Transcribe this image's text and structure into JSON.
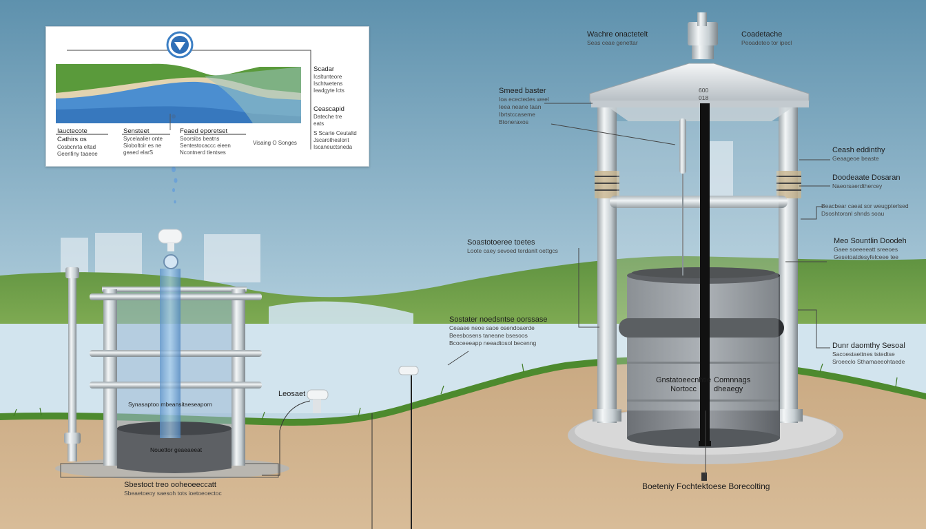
{
  "inset": {
    "labels": {
      "right_top": {
        "title": "Scadar",
        "lines": [
          "Icsltunteore",
          "Ischtwetens",
          "Ieadgyte lcts"
        ]
      },
      "right_mid": {
        "title": "Ceascapid",
        "lines": [
          "Dateche tre",
          "eats"
        ]
      },
      "right_bot": {
        "lines": [
          "S Scarte Ceutaltd",
          "Jscarotheslont",
          "Iscaneuctsneda"
        ]
      },
      "col1": {
        "title": "Iauctecote",
        "sub": "Cathirs os",
        "lines": [
          "Cosbcnrta eltad",
          "Geenfiny taaeee"
        ]
      },
      "col2": {
        "title": "Sensteet",
        "lines": [
          "Sycelaalier onte",
          "Sioboltoir es ne",
          "geaed elarS"
        ]
      },
      "col3": {
        "title": "Feaed eporetset",
        "lines": [
          "Soorsibs beatns",
          "Sentestocaccc eieen",
          "Ncontnerd tlentses"
        ]
      },
      "col4": {
        "lines": [
          "Visaing O Songes"
        ]
      }
    }
  },
  "labels": {
    "top_center": {
      "title": "Wachre onactetelt",
      "lines": [
        "Seas ceae genettar"
      ]
    },
    "top_right": {
      "title": "Coadetache",
      "lines": [
        "Peoadeteo tor ipecl"
      ]
    },
    "smeed": {
      "title": "Smeed baster",
      "lines": [
        "Ioa ecectedes weel",
        "Ieea neane taan",
        "Ibrtstccaseme",
        "Btoneraxos"
      ]
    },
    "dish_digits": {
      "lines": [
        "600",
        "018"
      ]
    },
    "crash": {
      "title": "Ceash eddinthy",
      "lines": [
        "Geaageoe beaste"
      ]
    },
    "doodeante": {
      "title": "Doodeaate Dosaran",
      "lines": [
        "Naeorsaerdthercey"
      ]
    },
    "beadcar": {
      "lines": [
        "Beacbear caeat sor weugpterlsed",
        "Dsoshtoranl shnds soau"
      ]
    },
    "sostatoree": {
      "title": "Soastotoeree toetes",
      "lines": [
        "Loote caey sevoed terdanlt oettgcs"
      ]
    },
    "meo": {
      "title": "Meo Sountlin Doodeh",
      "lines": [
        "Gaee soeeeeatt sreeoes",
        "Gesetoatdesyfelceee tee"
      ]
    },
    "sostater": {
      "title": "Sostater noedsntse oorssase",
      "lines": [
        "Ceaaee neoe saoe osendoaerde",
        "Beesbosens taneane bsesoos",
        "Bcoceeeapp neeadtosol becenng"
      ]
    },
    "dunr": {
      "title": "Dunr daomthy Sesoal",
      "lines": [
        "Sacoestaettnes tstedtse",
        "Sroeeclo Sthamaeeohtaede"
      ]
    },
    "vessel_left": {
      "lines": [
        "Gnstatoeecnhtie",
        "Nortocc"
      ]
    },
    "vessel_right": {
      "lines": [
        "Comnnags",
        "dheaegy"
      ]
    },
    "left_tank_mid": {
      "lines": [
        "Synasaptoo mbeansitaeseaporn"
      ]
    },
    "left_tank_base": {
      "lines": [
        "Nouettor geaeaeeat"
      ]
    },
    "leoset": {
      "lines": [
        "Leosaet"
      ]
    },
    "bottom_left": {
      "title": "Sbestoct treo ooheoeeccatt",
      "lines": [
        "Sbeaetoeoy saesoh tots ioetoeoectoc"
      ]
    },
    "bottom_right": {
      "lines": [
        "Boeteniy Fochtektoese Borecolting"
      ]
    }
  }
}
